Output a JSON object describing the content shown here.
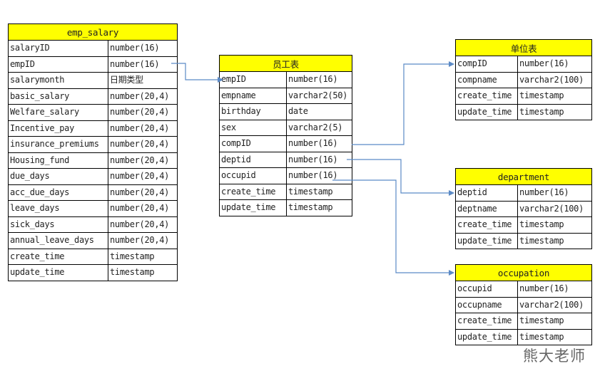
{
  "tables": {
    "emp_salary": {
      "title": "emp_salary",
      "rows": [
        [
          "salaryID",
          "number(16)"
        ],
        [
          "empID",
          "number(16)"
        ],
        [
          "salarymonth",
          "日期类型"
        ],
        [
          "basic_salary",
          "number(20,4)"
        ],
        [
          "Welfare_salary",
          "number(20,4)"
        ],
        [
          "Incentive_pay",
          "number(20,4)"
        ],
        [
          "insurance_premiums",
          "number(20,4)"
        ],
        [
          "Housing_fund",
          "number(20,4)"
        ],
        [
          "due_days",
          "number(20,4)"
        ],
        [
          "acc_due_days",
          "number(20,4)"
        ],
        [
          "leave_days",
          "number(20,4)"
        ],
        [
          "sick_days",
          "number(20,4)"
        ],
        [
          "annual_leave_days",
          "number(20,4)"
        ],
        [
          "create_time",
          "timestamp"
        ],
        [
          "update_time",
          "timestamp"
        ]
      ]
    },
    "employee": {
      "title": "员工表",
      "rows": [
        [
          "empID",
          "number(16)"
        ],
        [
          "empname",
          "varchar2(50)"
        ],
        [
          "birthday",
          "date"
        ],
        [
          "sex",
          "varchar2(5)"
        ],
        [
          "compID",
          "number(16)"
        ],
        [
          "deptid",
          "number(16)"
        ],
        [
          "occupid",
          "number(16)"
        ],
        [
          "create_time",
          "timestamp"
        ],
        [
          "update_time",
          "timestamp"
        ]
      ]
    },
    "company": {
      "title": "单位表",
      "rows": [
        [
          "compID",
          "number(16)"
        ],
        [
          "compname",
          "varchar2(100)"
        ],
        [
          "create_time",
          "timestamp"
        ],
        [
          "update_time",
          "timestamp"
        ]
      ]
    },
    "department": {
      "title": "department",
      "rows": [
        [
          "deptid",
          "number(16)"
        ],
        [
          "deptname",
          "varchar2(100)"
        ],
        [
          "create_time",
          "timestamp"
        ],
        [
          "update_time",
          "timestamp"
        ]
      ]
    },
    "occupation": {
      "title": "occupation",
      "rows": [
        [
          "occupid",
          "number(16)"
        ],
        [
          "occupname",
          "varchar2(100)"
        ],
        [
          "create_time",
          "timestamp"
        ],
        [
          "update_time",
          "timestamp"
        ]
      ]
    }
  },
  "relationships": [
    {
      "from": "emp_salary.empID",
      "to": "员工表.empID"
    },
    {
      "from": "员工表.compID",
      "to": "单位表.compID"
    },
    {
      "from": "员工表.deptid",
      "to": "department.deptid"
    },
    {
      "from": "员工表.occupid",
      "to": "occupation.occupid"
    }
  ],
  "watermark": "熊大老师",
  "colors": {
    "header": "#ffff00",
    "connector": "#5b8ac6"
  }
}
